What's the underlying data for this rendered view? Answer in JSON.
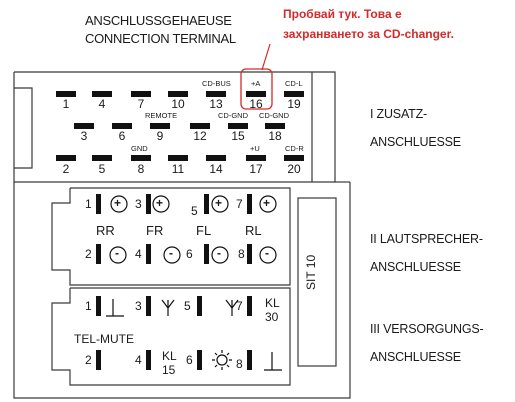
{
  "header": {
    "title_line1": "ANSCHLUSSGEHAEUSE",
    "title_line2": "CONNECTION TERMINAL",
    "note_line1": "Пробвай тук. Това е",
    "note_line2": "захранването за CD-changer."
  },
  "top_block": {
    "row1_pins": [
      "1",
      "4",
      "7",
      "10",
      "13",
      "16",
      "19"
    ],
    "row2_pins": [
      "3",
      "6",
      "9",
      "12",
      "15",
      "18"
    ],
    "row3_pins": [
      "2",
      "5",
      "8",
      "11",
      "14",
      "17",
      "20"
    ],
    "labels": {
      "cd_bus": "CD-BUS",
      "plus_a": "+A",
      "cd_l": "CD-L",
      "remote": "REMOTE",
      "cd_gnd_1": "CD-GND",
      "cd_gnd_2": "CD-GND",
      "gnd": "GND",
      "plus_u": "+U",
      "cd_r": "CD-R"
    }
  },
  "speaker_block": {
    "top_pins": [
      "1",
      "3",
      "5",
      "7"
    ],
    "bottom_pins": [
      "2",
      "4",
      "6",
      "8"
    ],
    "channels": [
      "RR",
      "FR",
      "FL",
      "RL"
    ],
    "plus_symbol": "+",
    "minus_symbol": "-"
  },
  "supply_block": {
    "top_pins": [
      "1",
      "3",
      "5",
      "7"
    ],
    "bottom_pins": [
      "2",
      "4",
      "6",
      "8"
    ],
    "kl30_line1": "KL",
    "kl30_line2": "30",
    "kl15_line1": "KL",
    "kl15_line2": "15",
    "tel_mute": "TEL-MUTE"
  },
  "side_module": {
    "label": "SIT 10"
  },
  "side_labels": {
    "zusatz_line1": "I ZUSATZ-",
    "zusatz_line2": "ANSCHLUESSE",
    "lautsprecher_line1": "II LAUTSPRECHER-",
    "lautsprecher_line2": "ANSCHLUESSE",
    "versorgung_line1": "III VERSORGUNGS-",
    "versorgung_line2": "ANSCHLUESSE"
  },
  "colors": {
    "highlight": "#d42a2a",
    "line": "#3a3a3a"
  }
}
